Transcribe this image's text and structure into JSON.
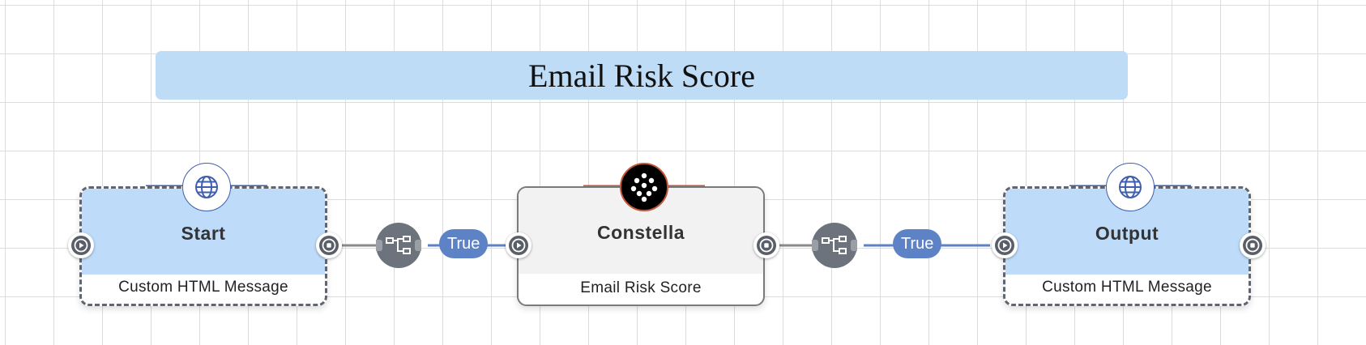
{
  "workflow": {
    "title": "Email Risk Score",
    "nodes": [
      {
        "title": "Start",
        "subtitle": "Custom HTML Message",
        "icon": "globe-icon"
      },
      {
        "title": "Constella",
        "subtitle": "Email Risk Score",
        "icon": "constella-dots-icon"
      },
      {
        "title": "Output",
        "subtitle": "Custom HTML Message",
        "icon": "globe-icon"
      }
    ],
    "connections": [
      {
        "condition_label": "True",
        "icon": "branch-condition-icon"
      },
      {
        "condition_label": "True",
        "icon": "branch-condition-icon"
      }
    ]
  },
  "colors": {
    "node_header_blue": "#bedcfa",
    "banner_blue": "#bfdcf7",
    "connector_line": "#5e82c6",
    "pill_blue": "#5e82c6",
    "constella_accent": "#c2573a",
    "port_gray": "#595e68",
    "condition_gray": "#6c737d"
  }
}
